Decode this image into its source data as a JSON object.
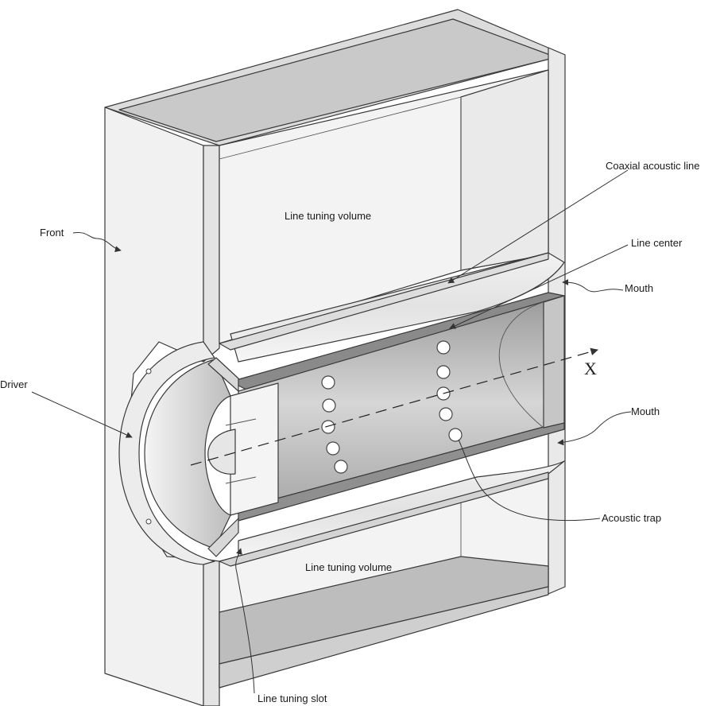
{
  "labels": {
    "front": "Front",
    "driver": "Driver",
    "line_tuning_volume_top": "Line tuning volume",
    "line_tuning_volume_bottom": "Line tuning volume",
    "coaxial_acoustic_line": "Coaxial acoustic line",
    "line_center": "Line center",
    "mouth_top": "Mouth",
    "mouth_bottom": "Mouth",
    "acoustic_trap": "Acoustic trap",
    "line_tuning_slot": "Line tuning slot",
    "axis_x": "X"
  },
  "colors": {
    "panel_light": "#eeeeee",
    "panel_mid": "#d9d9d9",
    "panel_dark": "#bdbdbd",
    "tube_inner": "#c8c8c8",
    "outline": "#3a3a3a"
  },
  "icons": {
    "leader_arrow": "arrow-icon"
  },
  "trap_holes": {
    "left_column": 5,
    "right_column": 5
  }
}
